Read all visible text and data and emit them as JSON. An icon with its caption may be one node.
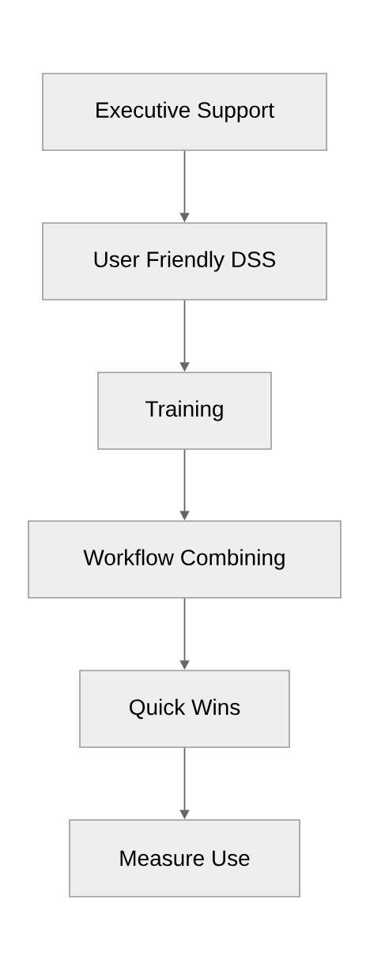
{
  "diagram": {
    "nodes": [
      {
        "text": [
          "Executive Support"
        ]
      },
      {
        "text": [
          "User Friendly DSS"
        ]
      },
      {
        "text": [
          "Training"
        ]
      },
      {
        "text": [
          "Workflow Combining"
        ]
      },
      {
        "text": [
          "Quick Wins"
        ]
      },
      {
        "text": [
          "Measure Use"
        ]
      }
    ],
    "edges": [
      {
        "from": 0,
        "to": 1,
        "arrow": "to"
      },
      {
        "from": 1,
        "to": 2,
        "arrow": "to"
      },
      {
        "from": 2,
        "to": 3,
        "arrow": "to"
      },
      {
        "from": 3,
        "to": 4,
        "arrow": "to"
      },
      {
        "from": 4,
        "to": 5,
        "arrow": "to"
      }
    ]
  }
}
